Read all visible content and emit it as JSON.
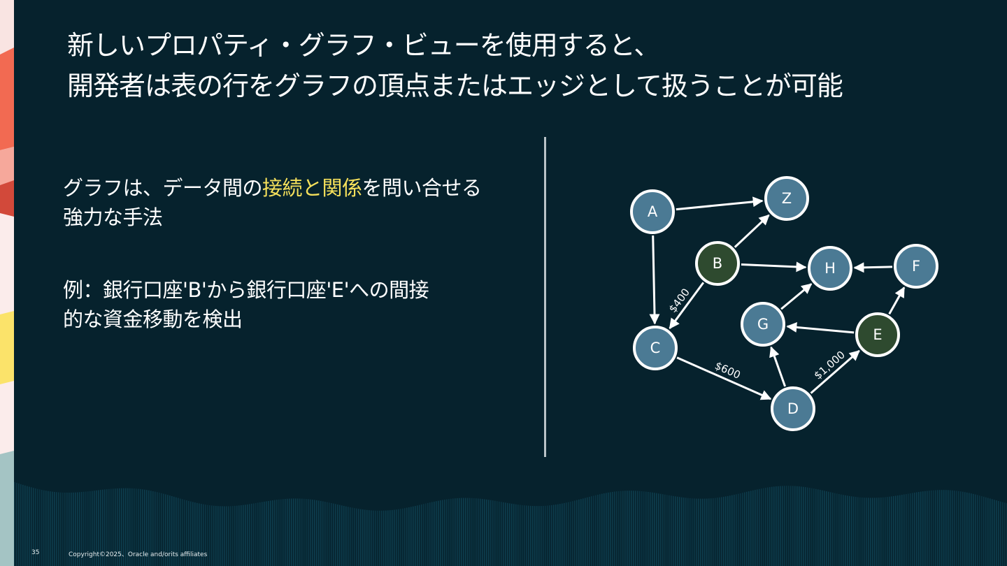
{
  "title": {
    "line1": "新しいプロパティ・グラフ・ビューを使用すると、",
    "line2": "開発者は表の行をグラフの頂点またはエッジとして扱うことが可能"
  },
  "bullet1": {
    "pre": "グラフは、データ間の",
    "highlight": "接続と関係",
    "post": "を問い合せる",
    "line2": "強力な手法"
  },
  "bullet2": {
    "line1": "例：銀行口座'B'から銀行口座'E'への間接",
    "line2": "的な資金移動を検出"
  },
  "colors": {
    "background": "#06222d",
    "highlight": "#f5e05b",
    "node_blue": "#4b7a94",
    "node_green": "#2e4a2f"
  },
  "graph": {
    "nodes": [
      {
        "id": "A",
        "label": "A",
        "color": "blue"
      },
      {
        "id": "Z",
        "label": "Z",
        "color": "blue"
      },
      {
        "id": "B",
        "label": "B",
        "color": "green"
      },
      {
        "id": "H",
        "label": "H",
        "color": "blue"
      },
      {
        "id": "F",
        "label": "F",
        "color": "blue"
      },
      {
        "id": "G",
        "label": "G",
        "color": "blue"
      },
      {
        "id": "E",
        "label": "E",
        "color": "green"
      },
      {
        "id": "C",
        "label": "C",
        "color": "blue"
      },
      {
        "id": "D",
        "label": "D",
        "color": "blue"
      }
    ],
    "edges": [
      {
        "from": "A",
        "to": "Z",
        "label": ""
      },
      {
        "from": "A",
        "to": "C",
        "label": ""
      },
      {
        "from": "B",
        "to": "Z",
        "label": ""
      },
      {
        "from": "B",
        "to": "H",
        "label": ""
      },
      {
        "from": "B",
        "to": "C",
        "label": "$400"
      },
      {
        "from": "F",
        "to": "H",
        "label": ""
      },
      {
        "from": "G",
        "to": "H",
        "label": ""
      },
      {
        "from": "E",
        "to": "G",
        "label": ""
      },
      {
        "from": "E",
        "to": "F",
        "label": ""
      },
      {
        "from": "C",
        "to": "D",
        "label": "$600"
      },
      {
        "from": "D",
        "to": "G",
        "label": ""
      },
      {
        "from": "D",
        "to": "E",
        "label": "$1,000"
      }
    ]
  },
  "footer": {
    "page": "35",
    "copyright": "Copyright©2025、Oracle and/orits affiliates"
  }
}
